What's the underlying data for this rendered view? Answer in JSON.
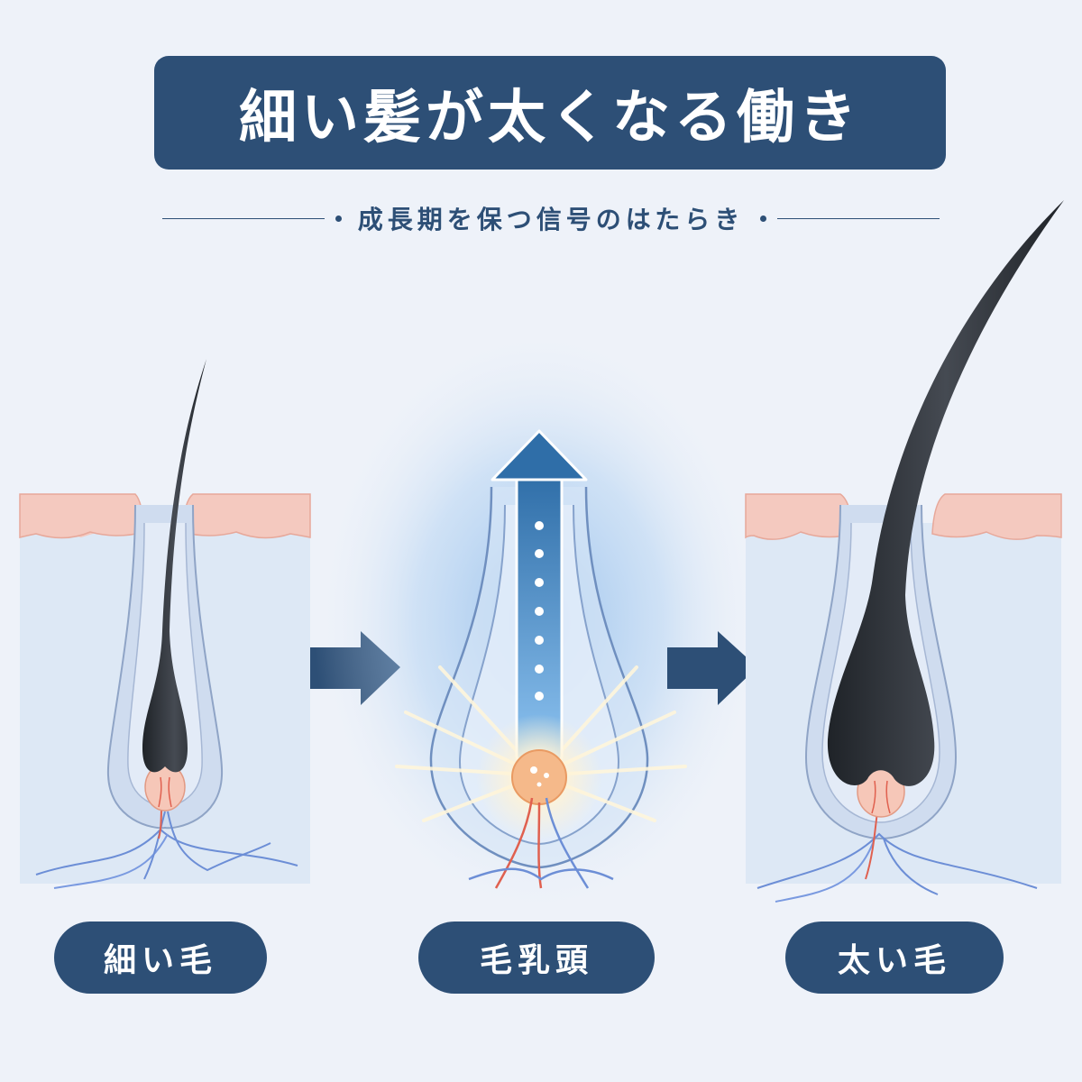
{
  "header": {
    "title": "細い髪が太くなる働き",
    "subtitle": "成長期を保つ信号のはたらき"
  },
  "stages": [
    {
      "label": "細い毛",
      "icon": "thin-hair-follicle-icon"
    },
    {
      "label": "毛乳頭",
      "icon": "dermal-papilla-signal-icon"
    },
    {
      "label": "太い毛",
      "icon": "thick-hair-follicle-icon"
    }
  ],
  "flow_arrows": [
    "right-arrow-icon",
    "right-arrow-icon"
  ],
  "colors": {
    "navy": "#2d4f76",
    "background": "#eef2f9",
    "skin": "#f4c9bf",
    "dermis": "#dde8f5",
    "hair": "#2b2f35",
    "vessel_blue": "#6c8ed6",
    "vessel_red": "#e0604f",
    "glow": "#9cc3ee"
  }
}
